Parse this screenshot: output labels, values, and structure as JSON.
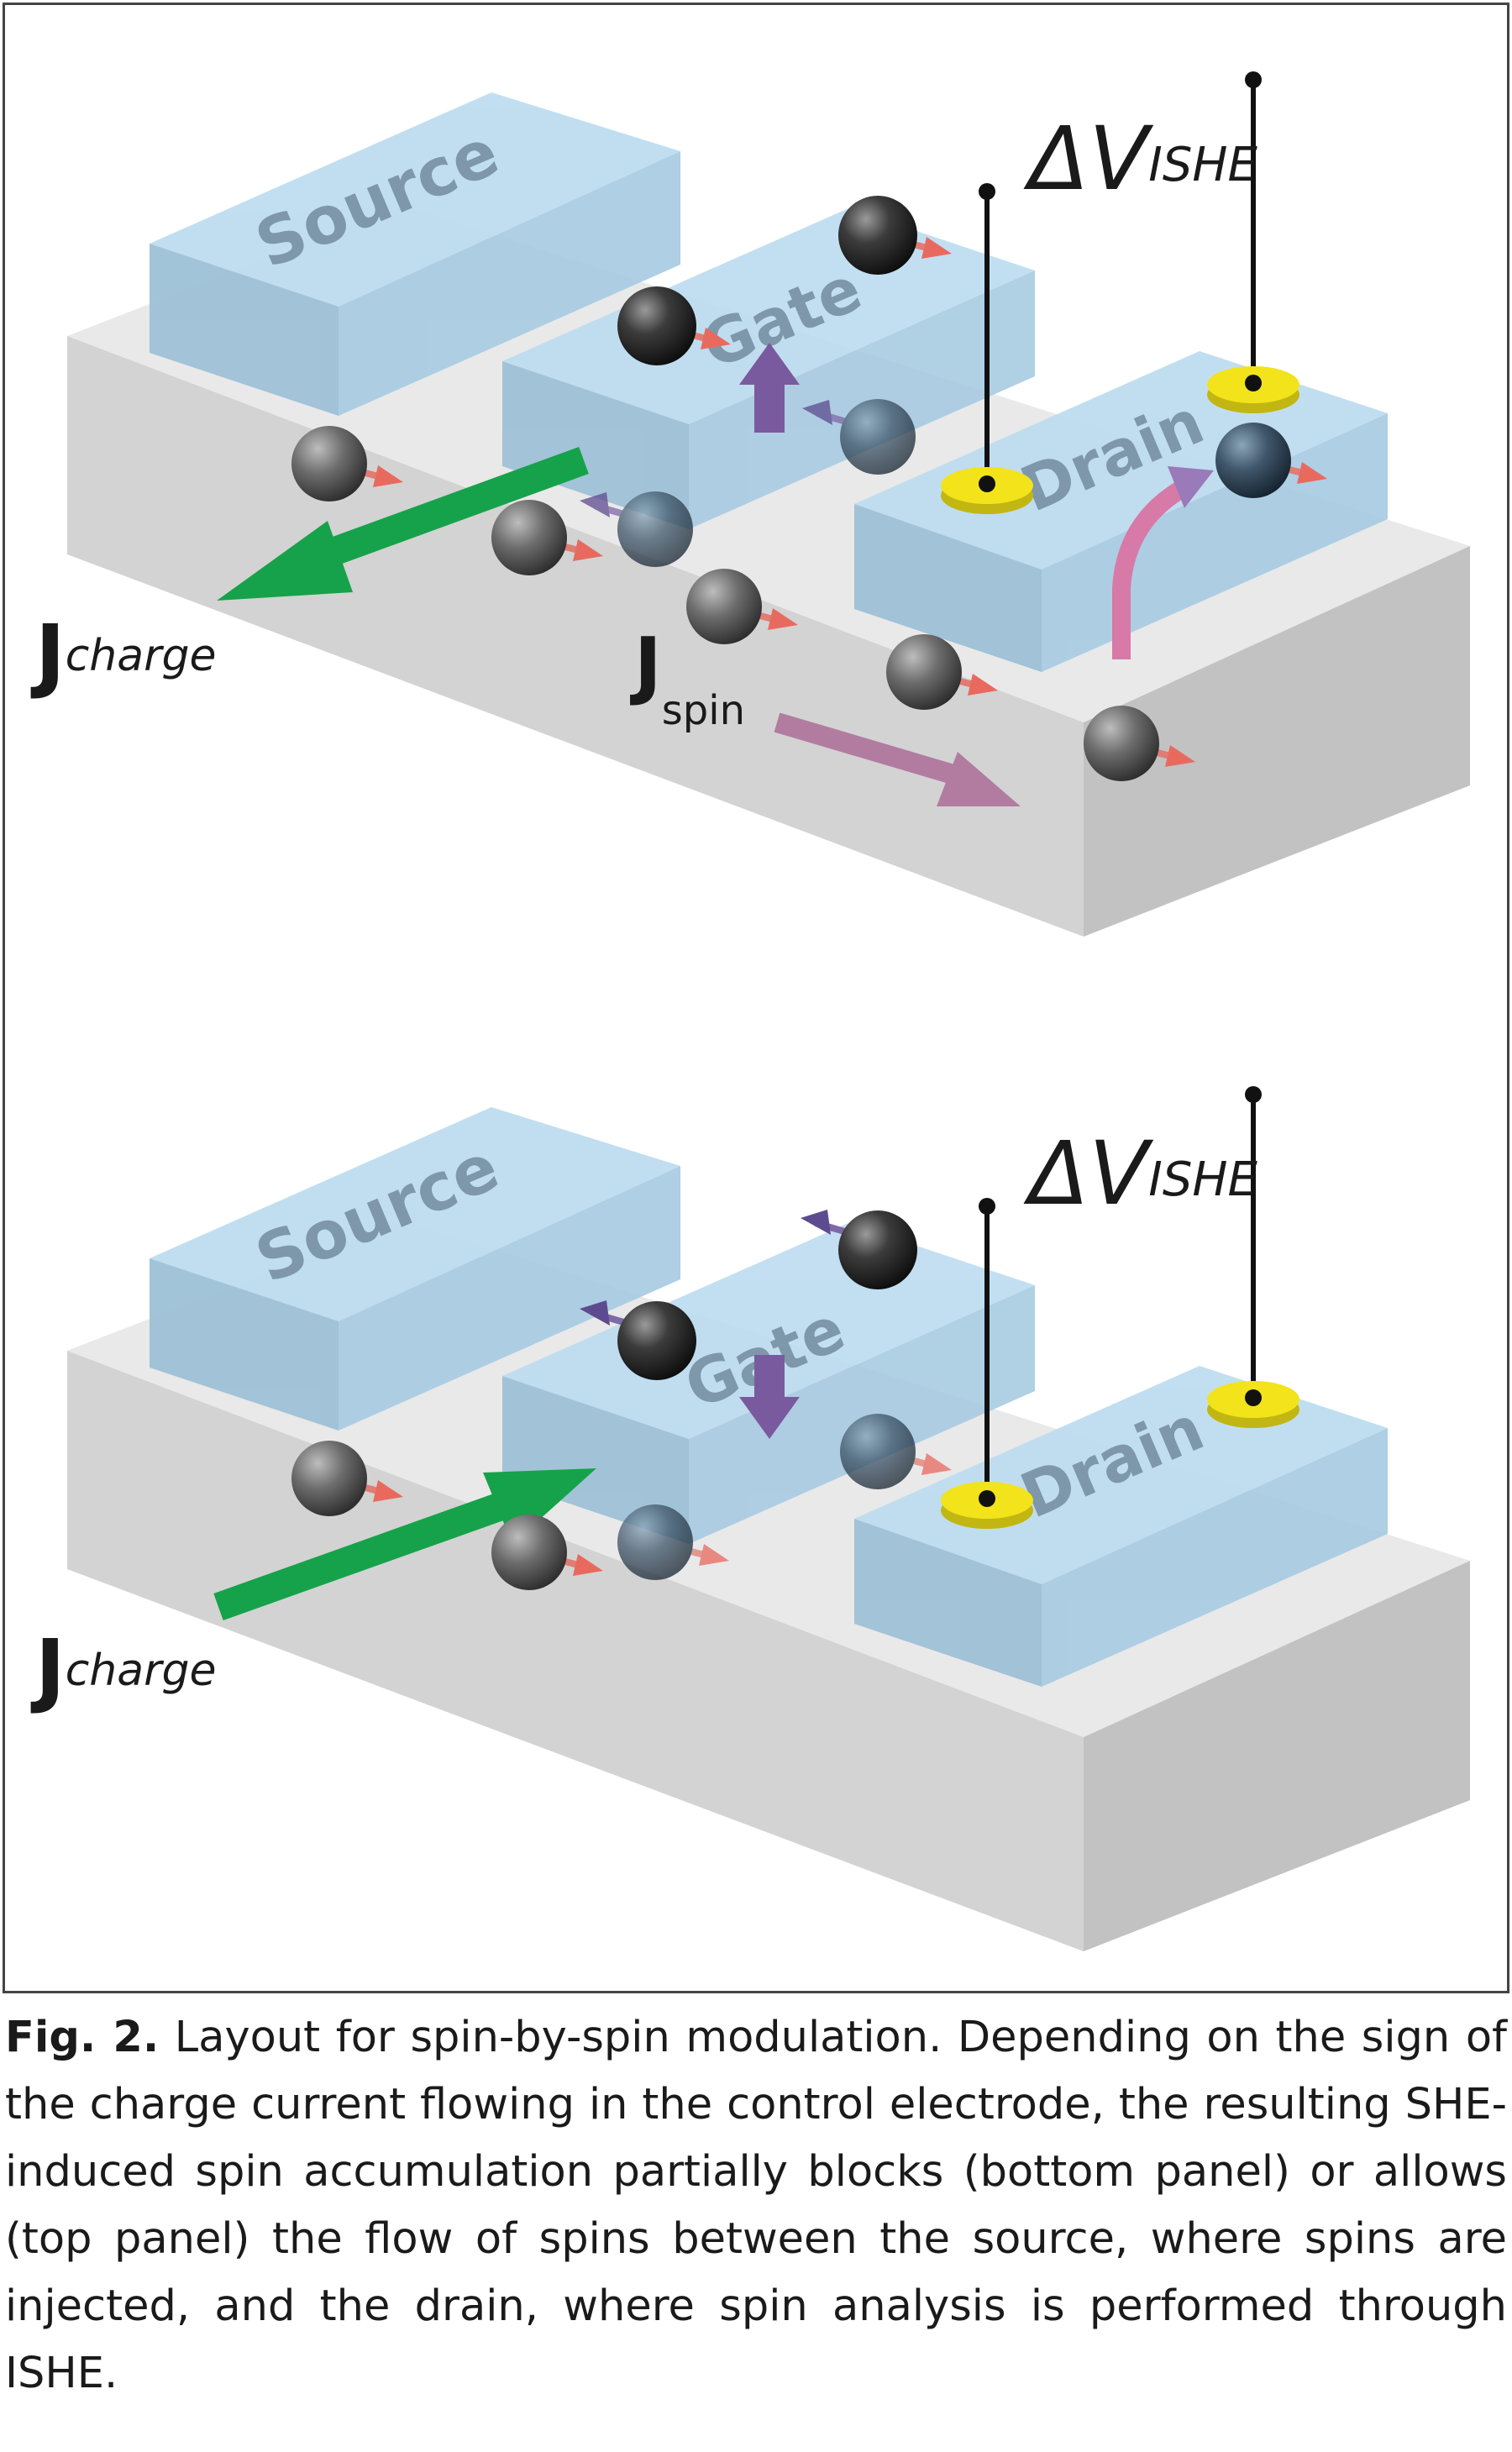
{
  "figure": {
    "panels": [
      {
        "id": "top",
        "source_label": "Source",
        "gate_label": "Gate",
        "drain_label": "Drain",
        "voltage_symbol": "ΔV",
        "voltage_subscript": "ISHE",
        "charge_current_symbol": "J",
        "charge_current_subscript": "charge",
        "spin_current_symbol": "J",
        "spin_current_subscript": "spin"
      },
      {
        "id": "bottom",
        "source_label": "Source",
        "gate_label": "Gate",
        "drain_label": "Drain",
        "voltage_symbol": "ΔV",
        "voltage_subscript": "ISHE",
        "charge_current_symbol": "J",
        "charge_current_subscript": "charge"
      }
    ],
    "colors": {
      "substrate_top": "#e9e9e9",
      "substrate_front": "#d4d4d4",
      "substrate_side": "#c3c3c3",
      "electrode": "#a9cde6",
      "charge_arrow": "#16a24a",
      "spin_arrow": "#b27ca0",
      "contact": "#f2e31b"
    }
  },
  "caption": {
    "label": "Fig. 2.",
    "text": "Layout for spin-by-spin modulation. Depending on the sign of the charge current flowing in the control electrode, the resulting SHE-induced spin accumulation partially blocks (bottom panel) or allows (top panel) the flow of spins between the source, where spins are injected, and the drain, where spin analysis is performed through ISHE."
  }
}
